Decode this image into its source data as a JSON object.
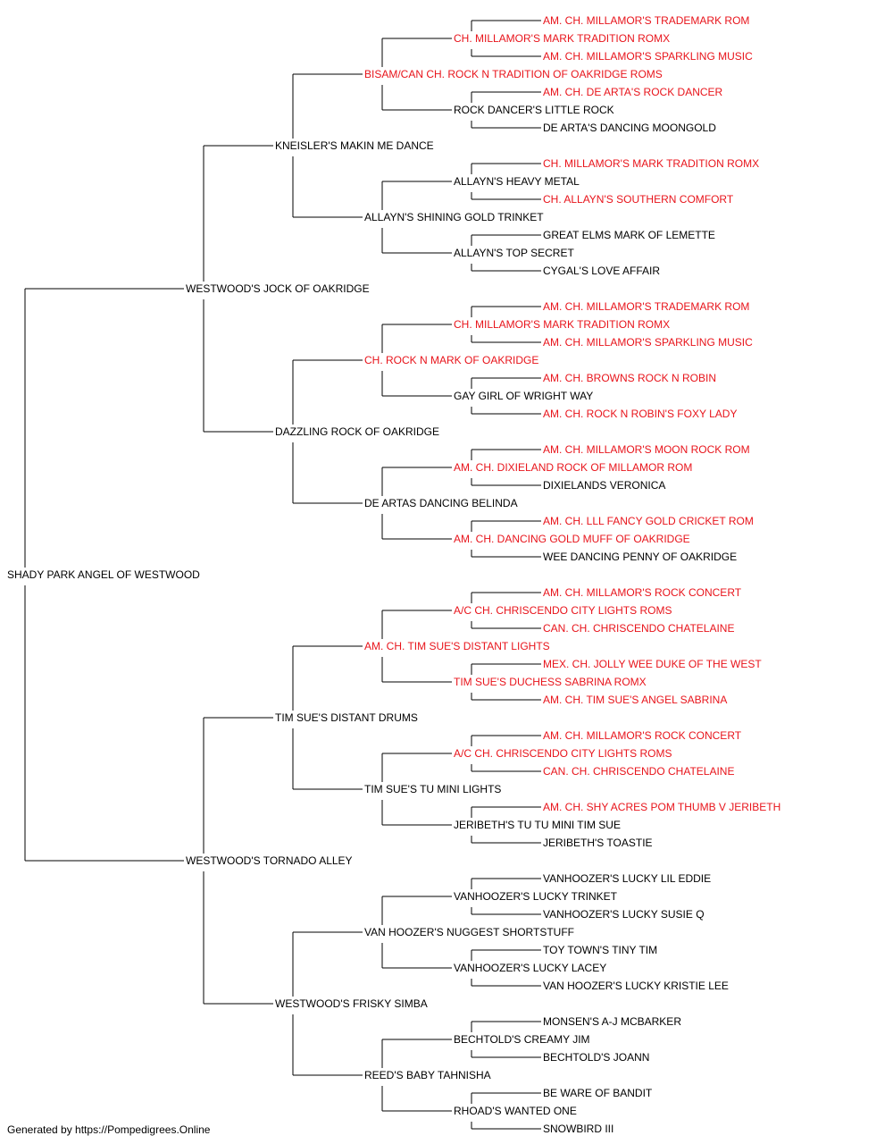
{
  "colors": {
    "champion": "#e8141b",
    "normal": "#000000",
    "line": "#000000"
  },
  "pedigree": {
    "name": "SHADY PARK ANGEL OF WESTWOOD",
    "champion": false,
    "sire": {
      "name": "WESTWOOD'S JOCK OF OAKRIDGE",
      "champion": false,
      "sire": {
        "name": "KNEISLER'S MAKIN ME DANCE",
        "champion": false,
        "sire": {
          "name": "BISAM/CAN CH. ROCK N TRADITION OF OAKRIDGE ROMS",
          "champion": true,
          "sire": {
            "name": "CH. MILLAMOR'S MARK TRADITION ROMX",
            "champion": true,
            "sire": {
              "name": "AM. CH. MILLAMOR'S TRADEMARK ROM",
              "champion": true
            },
            "dam": {
              "name": "AM. CH. MILLAMOR'S SPARKLING MUSIC",
              "champion": true
            }
          },
          "dam": {
            "name": "ROCK DANCER'S LITTLE ROCK",
            "champion": false,
            "sire": {
              "name": "AM. CH. DE ARTA'S ROCK DANCER",
              "champion": true
            },
            "dam": {
              "name": "DE ARTA'S DANCING MOONGOLD",
              "champion": false
            }
          }
        },
        "dam": {
          "name": "ALLAYN'S SHINING GOLD TRINKET",
          "champion": false,
          "sire": {
            "name": "ALLAYN'S HEAVY METAL",
            "champion": false,
            "sire": {
              "name": "CH. MILLAMOR'S MARK TRADITION ROMX",
              "champion": true
            },
            "dam": {
              "name": "CH. ALLAYN'S SOUTHERN COMFORT",
              "champion": true
            }
          },
          "dam": {
            "name": "ALLAYN'S TOP SECRET",
            "champion": false,
            "sire": {
              "name": "GREAT ELMS MARK OF LEMETTE",
              "champion": false
            },
            "dam": {
              "name": "CYGAL'S LOVE AFFAIR",
              "champion": false
            }
          }
        }
      },
      "dam": {
        "name": "DAZZLING ROCK OF OAKRIDGE",
        "champion": false,
        "sire": {
          "name": "CH. ROCK N MARK OF OAKRIDGE",
          "champion": true,
          "sire": {
            "name": "CH. MILLAMOR'S MARK TRADITION ROMX",
            "champion": true,
            "sire": {
              "name": "AM. CH. MILLAMOR'S TRADEMARK ROM",
              "champion": true
            },
            "dam": {
              "name": "AM. CH. MILLAMOR'S SPARKLING MUSIC",
              "champion": true
            }
          },
          "dam": {
            "name": "GAY GIRL OF WRIGHT WAY",
            "champion": false,
            "sire": {
              "name": "AM. CH. BROWNS ROCK N ROBIN",
              "champion": true
            },
            "dam": {
              "name": "AM. CH. ROCK N ROBIN'S FOXY LADY",
              "champion": true
            }
          }
        },
        "dam": {
          "name": "DE ARTAS DANCING BELINDA",
          "champion": false,
          "sire": {
            "name": "AM. CH. DIXIELAND ROCK OF MILLAMOR ROM",
            "champion": true,
            "sire": {
              "name": "AM. CH. MILLAMOR'S MOON ROCK ROM",
              "champion": true
            },
            "dam": {
              "name": "DIXIELANDS VERONICA",
              "champion": false
            }
          },
          "dam": {
            "name": "AM. CH. DANCING GOLD MUFF OF OAKRIDGE",
            "champion": true,
            "sire": {
              "name": "AM. CH. LLL FANCY GOLD CRICKET ROM",
              "champion": true
            },
            "dam": {
              "name": "WEE DANCING PENNY OF OAKRIDGE",
              "champion": false
            }
          }
        }
      }
    },
    "dam": {
      "name": "WESTWOOD'S TORNADO ALLEY",
      "champion": false,
      "sire": {
        "name": "TIM SUE'S DISTANT DRUMS",
        "champion": false,
        "sire": {
          "name": "AM. CH. TIM SUE'S DISTANT LIGHTS",
          "champion": true,
          "sire": {
            "name": "A/C CH. CHRISCENDO CITY LIGHTS ROMS",
            "champion": true,
            "sire": {
              "name": "AM. CH. MILLAMOR'S ROCK CONCERT",
              "champion": true
            },
            "dam": {
              "name": "CAN. CH. CHRISCENDO CHATELAINE",
              "champion": true
            }
          },
          "dam": {
            "name": "TIM SUE'S DUCHESS SABRINA ROMX",
            "champion": true,
            "sire": {
              "name": "MEX. CH. JOLLY WEE DUKE OF THE WEST",
              "champion": true
            },
            "dam": {
              "name": "AM. CH. TIM SUE'S ANGEL SABRINA",
              "champion": true
            }
          }
        },
        "dam": {
          "name": "TIM SUE'S TU MINI LIGHTS",
          "champion": false,
          "sire": {
            "name": "A/C CH. CHRISCENDO CITY LIGHTS ROMS",
            "champion": true,
            "sire": {
              "name": "AM. CH. MILLAMOR'S ROCK CONCERT",
              "champion": true
            },
            "dam": {
              "name": "CAN. CH. CHRISCENDO CHATELAINE",
              "champion": true
            }
          },
          "dam": {
            "name": "JERIBETH'S TU TU MINI TIM SUE",
            "champion": false,
            "sire": {
              "name": "AM. CH. SHY ACRES POM THUMB V JERIBETH",
              "champion": true
            },
            "dam": {
              "name": "JERIBETH'S TOASTIE",
              "champion": false
            }
          }
        }
      },
      "dam": {
        "name": "WESTWOOD'S FRISKY SIMBA",
        "champion": false,
        "sire": {
          "name": "VAN HOOZER'S NUGGEST SHORTSTUFF",
          "champion": false,
          "sire": {
            "name": "VANHOOZER'S LUCKY TRINKET",
            "champion": false,
            "sire": {
              "name": "VANHOOZER'S LUCKY LIL EDDIE",
              "champion": false
            },
            "dam": {
              "name": "VANHOOZER'S LUCKY SUSIE Q",
              "champion": false
            }
          },
          "dam": {
            "name": "VANHOOZER'S LUCKY LACEY",
            "champion": false,
            "sire": {
              "name": "TOY TOWN'S TINY TIM",
              "champion": false
            },
            "dam": {
              "name": "VAN HOOZER'S LUCKY KRISTIE LEE",
              "champion": false
            }
          }
        },
        "dam": {
          "name": "REED'S BABY TAHNISHA",
          "champion": false,
          "sire": {
            "name": "BECHTOLD'S CREAMY JIM",
            "champion": false,
            "sire": {
              "name": "MONSEN'S A-J MCBARKER",
              "champion": false
            },
            "dam": {
              "name": "BECHTOLD'S JOANN",
              "champion": false
            }
          },
          "dam": {
            "name": "RHOAD'S WANTED ONE",
            "champion": false,
            "sire": {
              "name": "BE WARE OF BANDIT",
              "champion": false
            },
            "dam": {
              "name": "SNOWBIRD III",
              "champion": false
            }
          }
        }
      }
    }
  },
  "footer": "Generated by https://Pompedigrees.Online"
}
